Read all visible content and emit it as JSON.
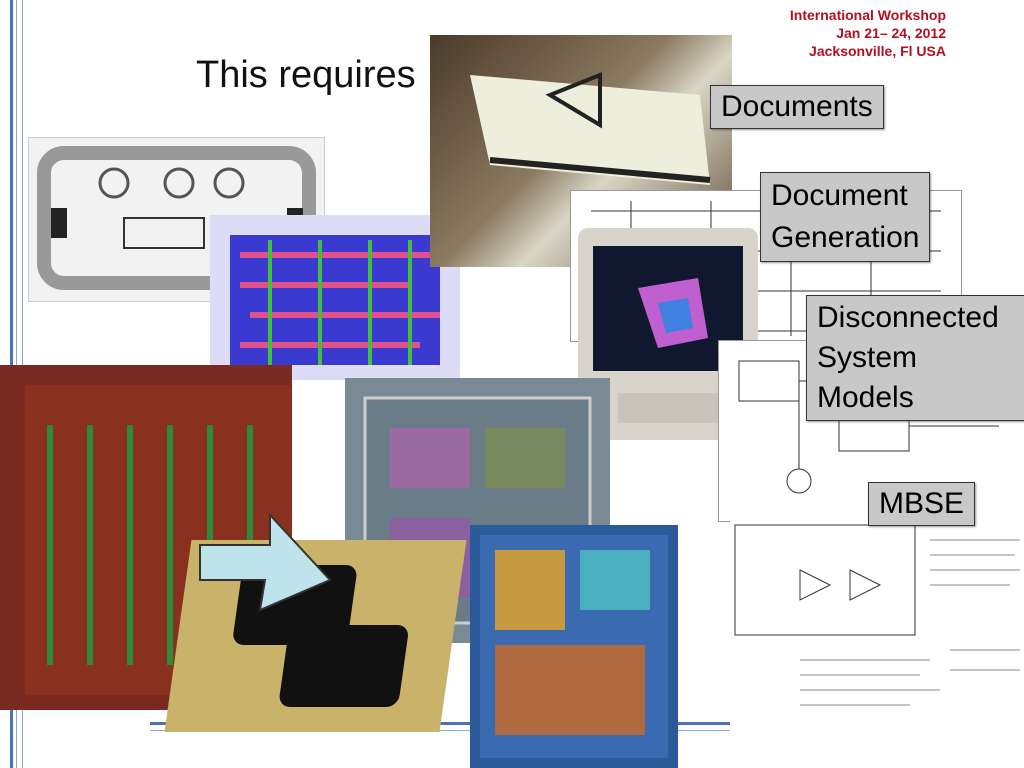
{
  "header": {
    "conference_lines": [
      "International Workshop",
      "Jan  21– 24, 2012",
      "Jacksonville, Fl USA"
    ]
  },
  "slide": {
    "title": "This requires"
  },
  "labels": {
    "documents": "Documents",
    "document_generation": [
      "Document",
      "Generation"
    ],
    "disconnected_models": [
      "Disconnected",
      "System",
      "Models"
    ],
    "mbse": "MBSE"
  },
  "colors": {
    "conference_text": "#b01020",
    "label_box_fill": "#c8c8c8",
    "accent_lines": "#4a74b8",
    "arrow_fill": "#bfe3ea"
  },
  "icons": [
    "arrow-icon"
  ]
}
